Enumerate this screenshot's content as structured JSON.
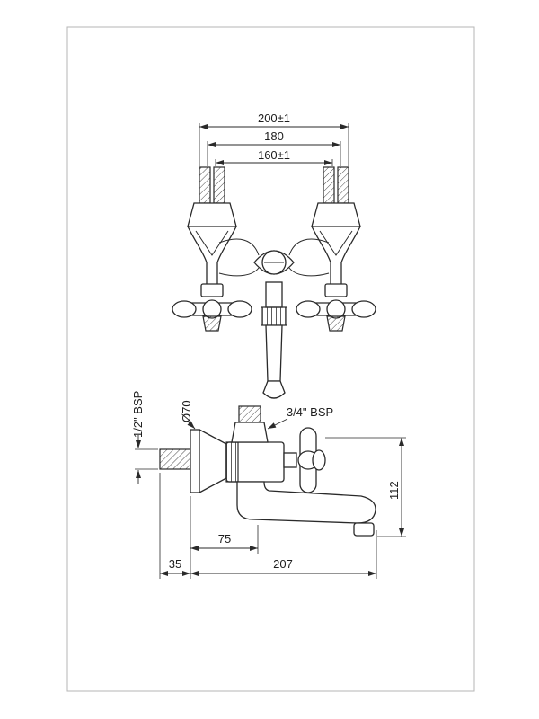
{
  "colors": {
    "line": "#2a2a2a",
    "border": "#b5b5b5",
    "background": "#ffffff"
  },
  "front_view": {
    "dim_200": "200±1",
    "dim_180": "180",
    "dim_160": "160±1"
  },
  "side_view": {
    "inlet_thread_label": "1/2\" BSP",
    "flange_diameter_label": "Ø70",
    "top_thread_label": "3/4\" BSP",
    "dim_height": "112",
    "dim_reach_inner": "75",
    "dim_wall_offset": "35",
    "dim_reach_total": "207"
  }
}
